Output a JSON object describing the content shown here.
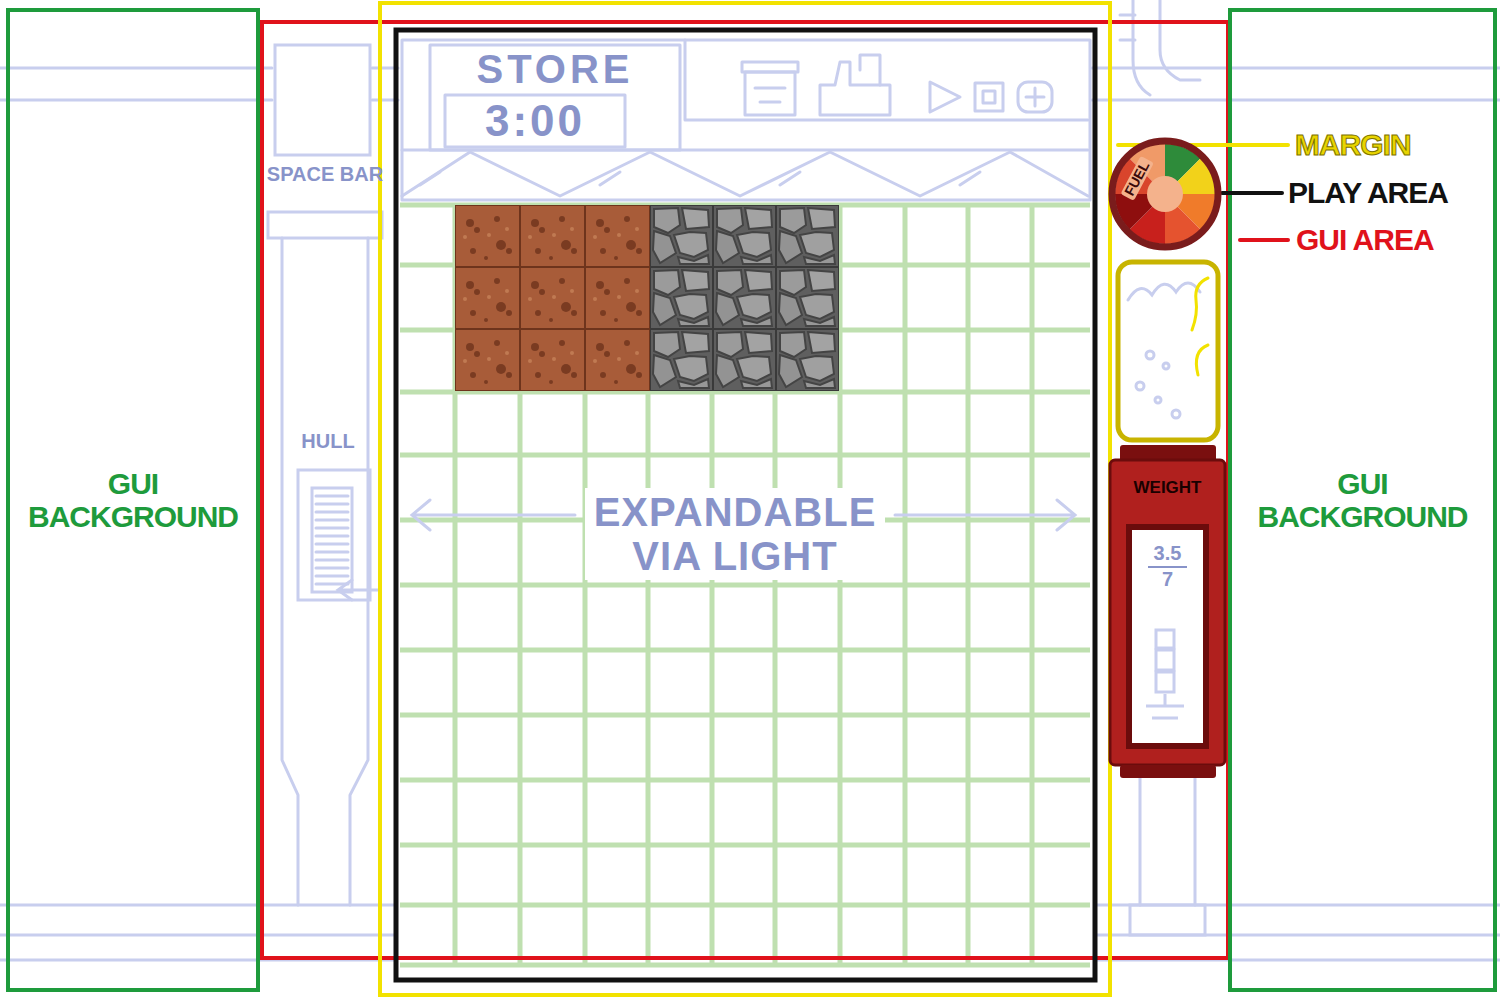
{
  "diagram": {
    "nodes": [
      {
        "text": [
          "GUI BACKGROUND"
        ]
      },
      {
        "text": [
          "SPACE BAR"
        ]
      },
      {
        "text": [
          "HULL"
        ]
      },
      {
        "text": [
          "STORE"
        ]
      },
      {
        "text": [
          "3:00"
        ],
        "in": 3
      },
      {
        "text": [
          "FUEL"
        ]
      },
      {
        "text": [
          "WEIGHT"
        ]
      },
      {
        "text": [
          "3.5",
          "7"
        ],
        "in": 6
      },
      {
        "text": [
          "GUI BACKGROUND"
        ]
      }
    ],
    "labels": [
      "EXPANDABLE VIA LIGHT"
    ],
    "legend": [
      {
        "text": "MARGIN"
      },
      {
        "text": "PLAY AREA"
      },
      {
        "text": "GUI AREA"
      }
    ]
  }
}
